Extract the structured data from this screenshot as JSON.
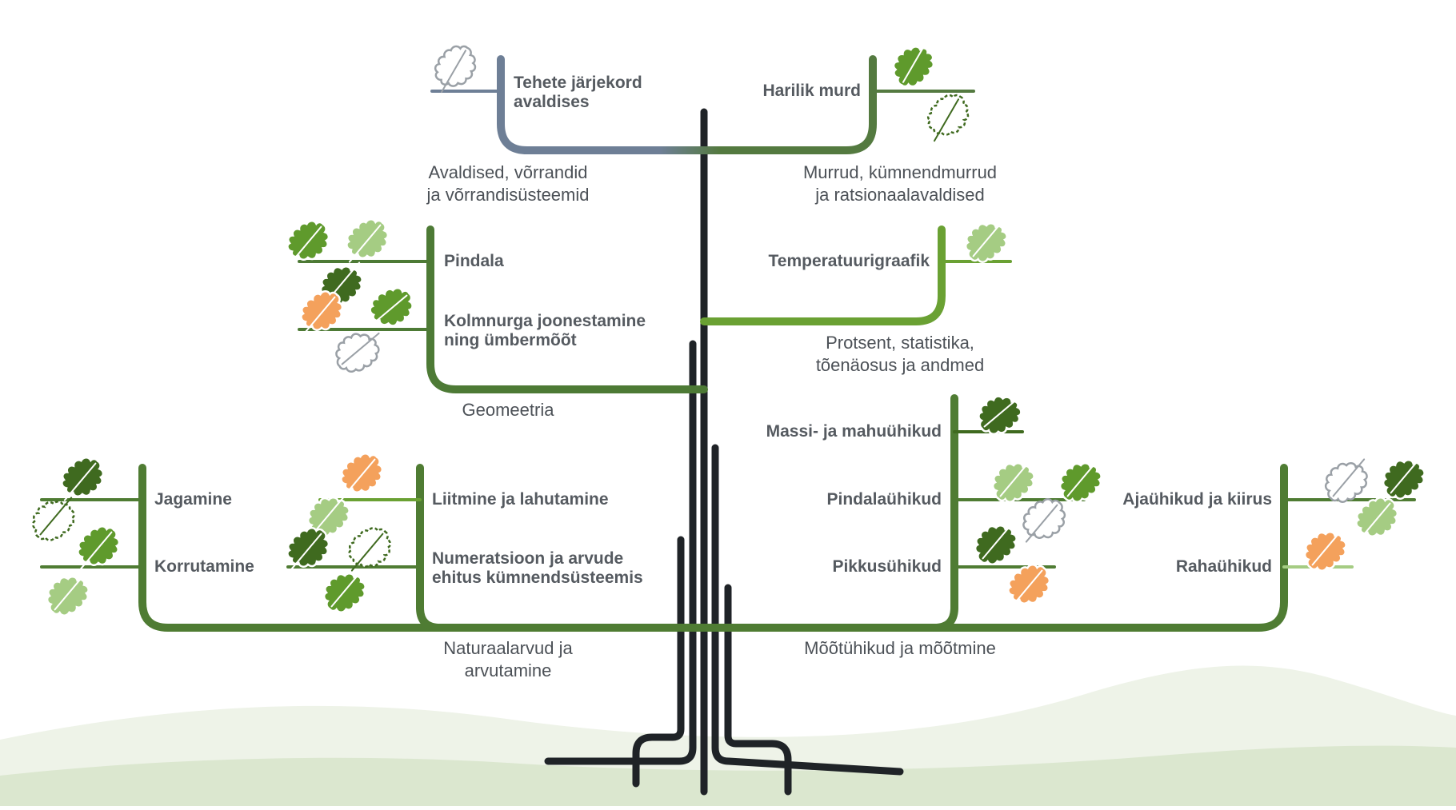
{
  "colors": {
    "trunk": "#1f2327",
    "expressions": "#6e7f96",
    "fractions": "#547a40",
    "geometry": "#4d7a35",
    "percent": "#6aa133",
    "naturals": "#4f7c33",
    "units": "#4f7c33",
    "hill_back": "#eef3e8",
    "hill_front": "#dbe7cf",
    "leaf_dark": "#3f6a1f",
    "leaf_mid": "#5f9a2c",
    "leaf_light": "#a5cc83",
    "leaf_orange": "#f4a15c",
    "leaf_grey": "#9aa0a6"
  },
  "topics": {
    "expressions": {
      "line1": "Avaldised, võrrandid",
      "line2": "ja võrrandisüsteemid"
    },
    "fractions": {
      "line1": "Murrud, kümnendmurrud",
      "line2": "ja ratsionaalavaldised"
    },
    "geometry": {
      "line1": "Geomeetria"
    },
    "percent": {
      "line1": "Protsent, statistika,",
      "line2": "tõenäosus ja andmed"
    },
    "naturals": {
      "line1": "Naturaalarvud ja",
      "line2": "arvutamine"
    },
    "units": {
      "line1": "Mõõtühikud ja mõõtmine"
    }
  },
  "subtopics": {
    "order": {
      "line1": "Tehete järjekord",
      "line2": "avaldises"
    },
    "fraction": {
      "line1": "Harilik murd"
    },
    "area": {
      "line1": "Pindala"
    },
    "triangle": {
      "line1": "Kolmnurga joonestamine",
      "line2": "ning ümbermõõt"
    },
    "tempgraph": {
      "line1": "Temperatuurigraafik"
    },
    "mass": {
      "line1": "Massi- ja mahuühikud"
    },
    "division": {
      "line1": "Jagamine"
    },
    "multiplication": {
      "line1": "Korrutamine"
    },
    "addition": {
      "line1": "Liitmine ja lahutamine"
    },
    "numeration": {
      "line1": "Numeratsioon ja arvude",
      "line2": "ehitus kümnendsüsteemis"
    },
    "areaunits": {
      "line1": "Pindalaühikud"
    },
    "length": {
      "line1": "Pikkusühikud"
    },
    "time": {
      "line1": "Ajaühikud ja kiirus"
    },
    "money": {
      "line1": "Rahaühikud"
    }
  }
}
